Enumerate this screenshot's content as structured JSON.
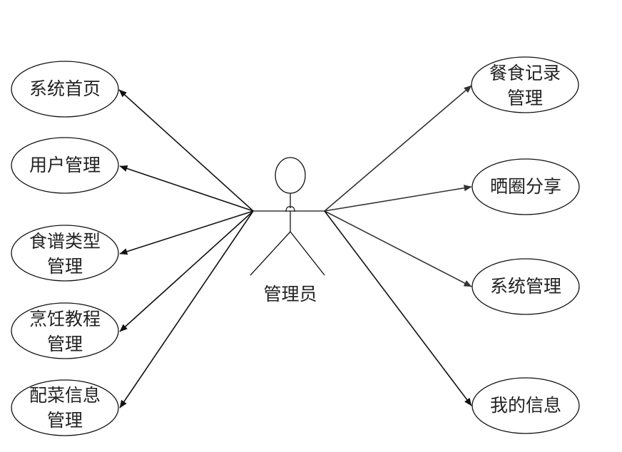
{
  "actor": {
    "name": "管理员"
  },
  "left_use_cases": [
    {
      "lines": [
        "系统首页"
      ]
    },
    {
      "lines": [
        "用户管理"
      ]
    },
    {
      "lines": [
        "食谱类型",
        "管理"
      ]
    },
    {
      "lines": [
        "烹饪教程",
        "管理"
      ]
    },
    {
      "lines": [
        "配菜信息",
        "管理"
      ]
    }
  ],
  "right_use_cases": [
    {
      "lines": [
        "餐食记录",
        "管理"
      ]
    },
    {
      "lines": [
        "晒圈分享"
      ]
    },
    {
      "lines": [
        "系统管理"
      ]
    },
    {
      "lines": [
        "我的信息"
      ]
    }
  ],
  "colors": {
    "line": "#111111",
    "right_line": "#333333",
    "ellipse_stroke": "#111111",
    "text": "#222222"
  }
}
